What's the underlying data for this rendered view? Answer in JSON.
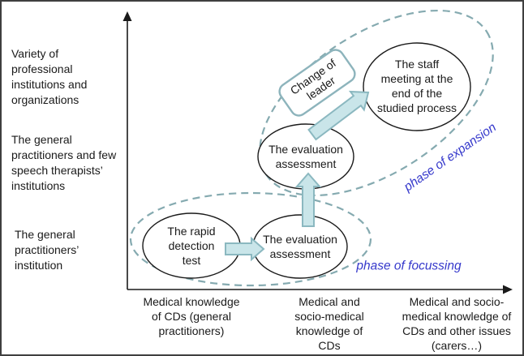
{
  "diagram": {
    "y_axis": {
      "labels": [
        "Variety of\nprofessional\ninstitutions and\norganizations",
        "The general\npractitioners and few\nspeech therapists’\ninstitutions",
        "The general\npractitioners’\ninstitution"
      ]
    },
    "x_axis": {
      "labels": [
        "Medical knowledge\nof CDs (general\npractitioners)",
        "Medical and\nsocio-medical\nknowledge of\nCDs",
        "Medical and socio-\nmedical knowledge of\nCDs and other issues\n(carers…)"
      ]
    },
    "nodes": {
      "rapid_detection": "The rapid\ndetection\ntest",
      "evaluation_lower": "The evaluation\nassessment",
      "evaluation_upper": "The evaluation\nassessment",
      "staff_meeting": "The staff\nmeeting at the\nend of the\nstudied process",
      "change_of_leader": "Change of\nleader"
    },
    "phases": {
      "focussing": "phase of focussing",
      "expansion": "phase of expansion"
    },
    "colors": {
      "phase_label": "#3538cb",
      "dashed_stroke": "#85aab0",
      "arrow_fill": "#c9e5e9",
      "arrow_stroke": "#8bb8c0",
      "box_stroke": "#8db4bc",
      "ink": "#1a1a1a"
    }
  }
}
